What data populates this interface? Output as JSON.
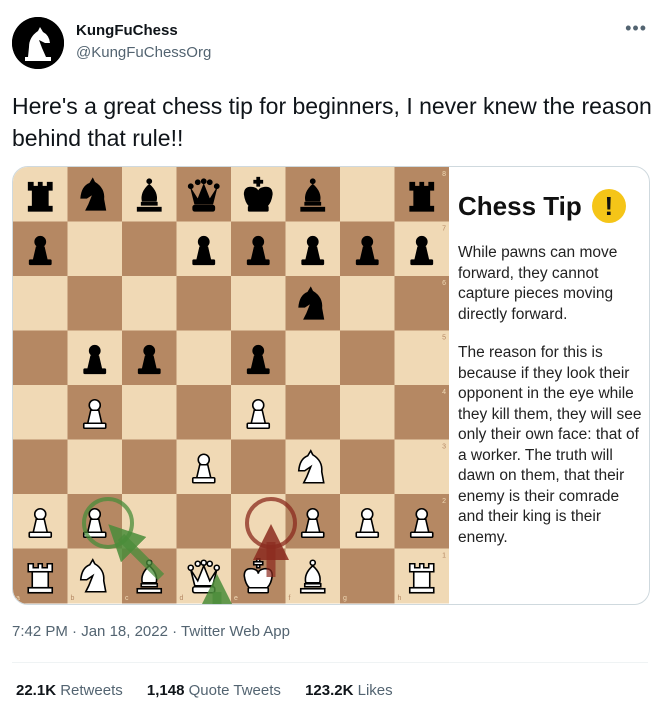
{
  "author": {
    "name": "KungFuChess",
    "handle": "@KungFuChessOrg",
    "avatar_icon": "knight-logo-icon"
  },
  "menu_icon": "more-icon",
  "tweet": {
    "text": "Here's a great chess tip for beginners, I never knew the reason behind that rule!!"
  },
  "image": {
    "title": "Chess Tip",
    "title_icon": "exclamation-icon",
    "paragraph1": "While pawns can move forward, they cannot capture pieces moving directly forward.",
    "paragraph2": "The reason for this is because if they look their opponent in the eye while they kill them, they will see only their own face: that of a worker. The truth will dawn on them, that their enemy is their comrade and their king is their enemy.",
    "files": [
      "a",
      "b",
      "c",
      "d",
      "e",
      "f",
      "g",
      "h"
    ],
    "ranks": [
      "8",
      "7",
      "6",
      "5",
      "4",
      "3",
      "2",
      "1"
    ],
    "colors": {
      "light": "#f0d9b5",
      "dark": "#b58863",
      "green": "#4a8c3a",
      "red": "#8b2a1e"
    },
    "board_rows": [
      [
        "bR",
        "bN",
        "bB",
        "bQ",
        "bK",
        "bB",
        "",
        "bR"
      ],
      [
        "bP",
        "",
        "",
        "bP",
        "bP",
        "bP",
        "bP",
        "bP"
      ],
      [
        "",
        "",
        "",
        "",
        "",
        "bN",
        "",
        ""
      ],
      [
        "",
        "bP",
        "bP",
        "",
        "bP",
        "",
        "",
        ""
      ],
      [
        "",
        "wP",
        "",
        "",
        "wP",
        "",
        "",
        ""
      ],
      [
        "",
        "",
        "",
        "wP",
        "",
        "wN",
        "",
        ""
      ],
      [
        "wP",
        "wP",
        "",
        "",
        "",
        "wP",
        "wP",
        "wP"
      ],
      [
        "wR",
        "wN",
        "wB",
        "wQ",
        "wK",
        "wB",
        "",
        "wR"
      ]
    ]
  },
  "timestamp": {
    "time": "7:42 PM",
    "date": "Jan 18, 2022",
    "app": "Twitter Web App"
  },
  "stats": {
    "retweets_count": "22.1K",
    "retweets_label": "Retweets",
    "quotes_count": "1,148",
    "quotes_label": "Quote Tweets",
    "likes_count": "123.2K",
    "likes_label": "Likes"
  }
}
